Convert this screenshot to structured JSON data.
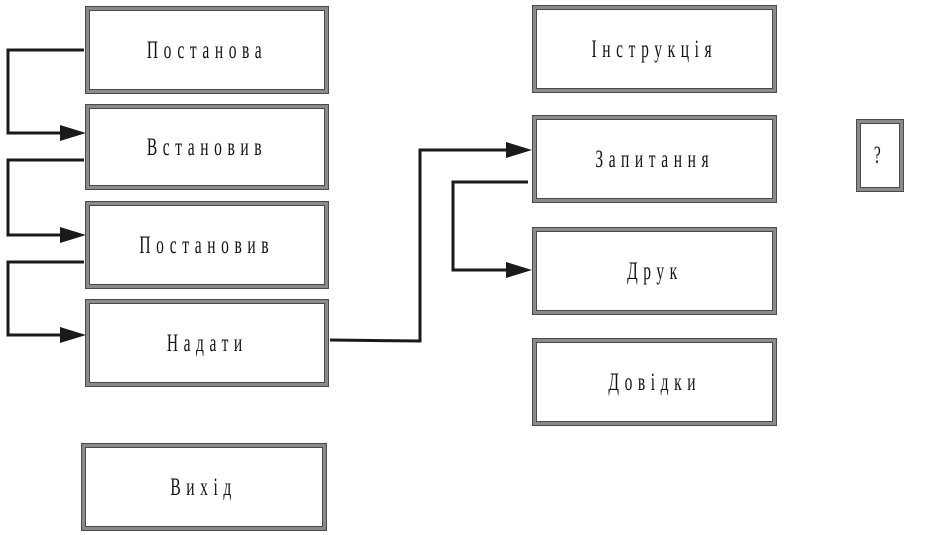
{
  "boxes": {
    "postanova": "Постанова",
    "vstanovyv": "Встановив",
    "postanovyv": "Постановив",
    "nadaty": "Надати",
    "vykhid": "Вихід",
    "instruktsiia": "Інструкція",
    "zapytannia": "Запитання",
    "druk": "Друк",
    "dovidky": "Довідки",
    "help": "?"
  },
  "colors": {
    "line": "#1a1a1a",
    "box_border": "#8a8a8a"
  }
}
